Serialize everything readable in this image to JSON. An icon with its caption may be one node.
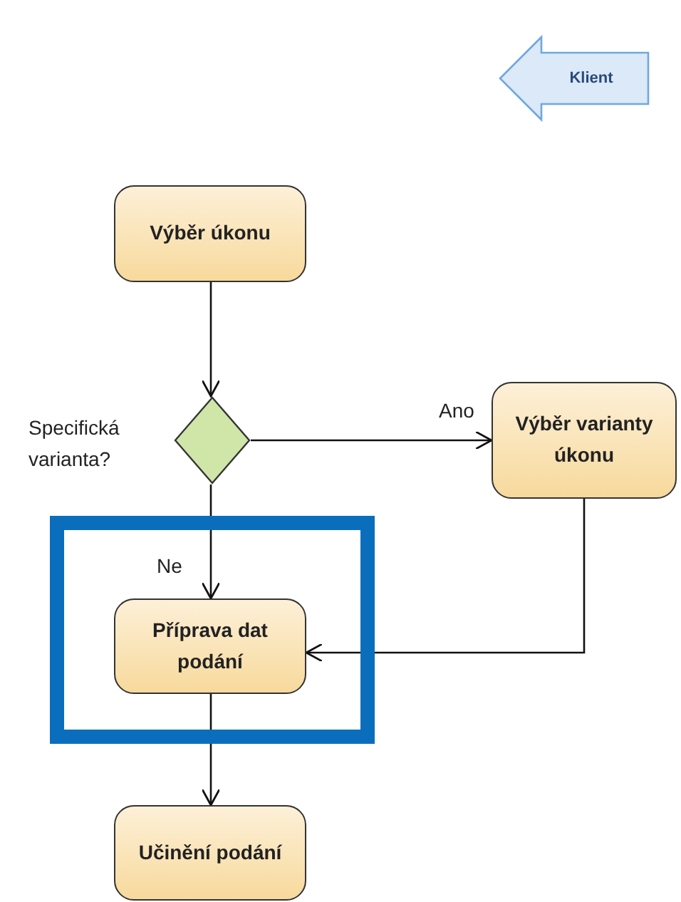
{
  "diagram": {
    "nodes": [
      {
        "text": [
          "Klient"
        ]
      },
      {
        "text": [
          "Výběr úkonu"
        ]
      },
      {
        "text": [],
        "shape": "diamond",
        "beside": [
          "Specifická varianta?"
        ]
      },
      {
        "text": [
          "Výběr varianty úkonu"
        ]
      },
      {
        "text": [],
        "shape": "box"
      },
      {
        "text": [
          "Příprava dat podání"
        ],
        "in": 4
      },
      {
        "text": [
          "Učinění podání"
        ]
      }
    ],
    "edges": [
      {
        "from": 1,
        "to": 2,
        "arrow": "to"
      },
      {
        "from": 2,
        "to": 3,
        "arrow": "to",
        "label": "Ano"
      },
      {
        "from": 2,
        "to": 5,
        "arrow": "to",
        "label": "Ne"
      },
      {
        "from": 3,
        "to": 5,
        "arrow": "to"
      },
      {
        "from": 5,
        "to": 6,
        "arrow": "to"
      }
    ]
  }
}
